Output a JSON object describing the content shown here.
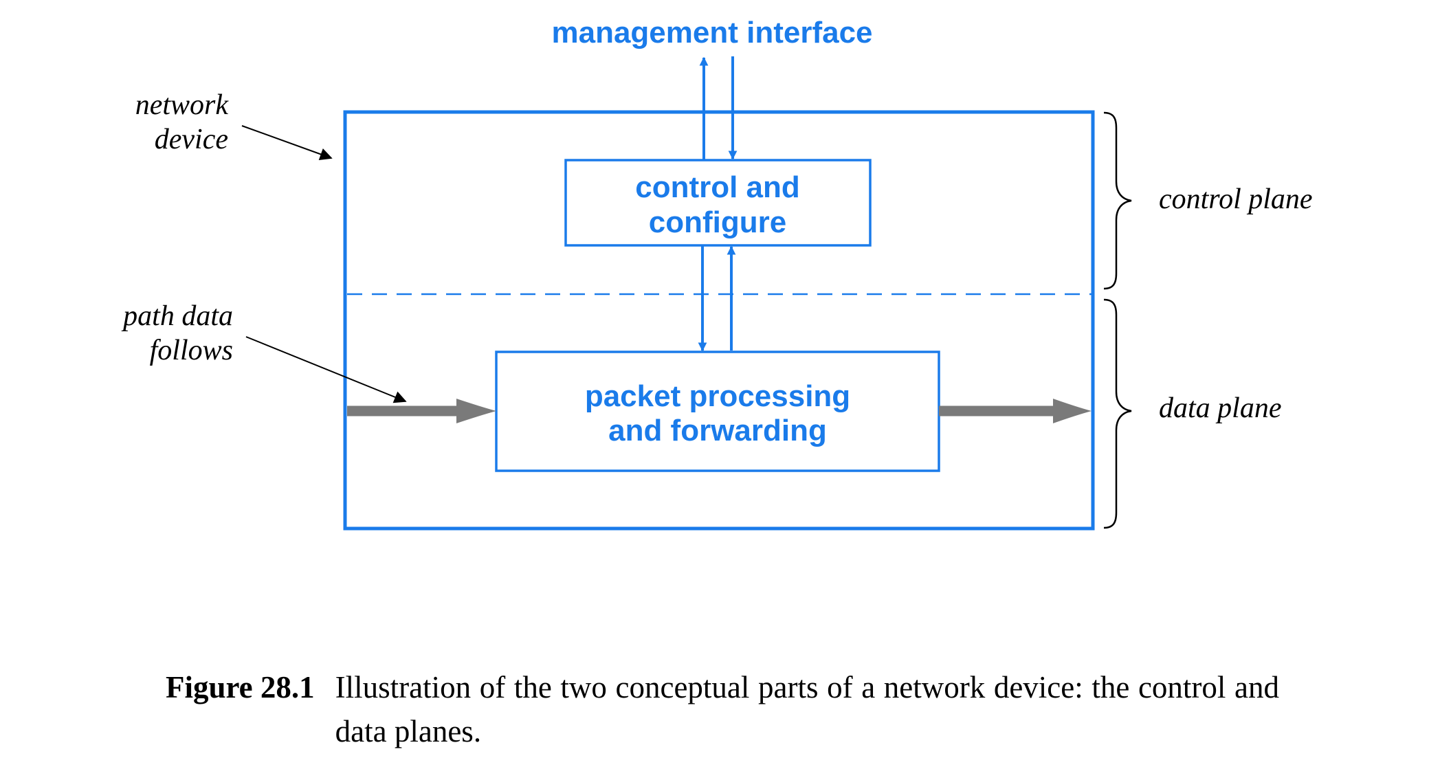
{
  "diagram": {
    "top_label": "management interface",
    "control_box_lines": [
      "control and",
      "configure"
    ],
    "data_box_lines": [
      "packet processing",
      "and forwarding"
    ],
    "network_device_lines": [
      "network",
      "device"
    ],
    "path_data_lines": [
      "path data",
      "follows"
    ],
    "control_plane_label": "control plane",
    "data_plane_label": "data plane",
    "colors": {
      "accent": "#1a7bea",
      "path": "#7a7a7a",
      "text": "#000000"
    }
  },
  "caption": {
    "label": "Figure 28.1",
    "text": "Illustration of the two conceptual parts of a network device: the control and data planes."
  }
}
